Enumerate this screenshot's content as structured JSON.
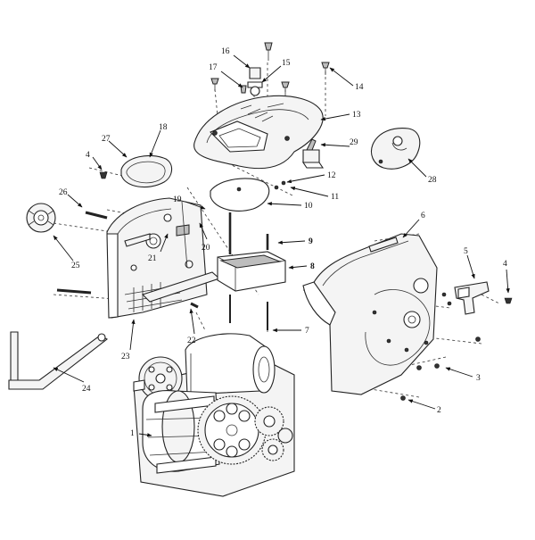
{
  "diagram": {
    "callouts": [
      "1",
      "2",
      "3",
      "4",
      "5",
      "6",
      "7",
      "8",
      "9",
      "10",
      "11",
      "12",
      "13",
      "14",
      "15",
      "16",
      "17",
      "18",
      "19",
      "20",
      "21",
      "22",
      "23",
      "24",
      "25",
      "26",
      "27",
      "28",
      "29",
      "4"
    ]
  },
  "colors": {
    "line": "#222222",
    "fill": "#f4f4f4",
    "background": "#ffffff"
  }
}
